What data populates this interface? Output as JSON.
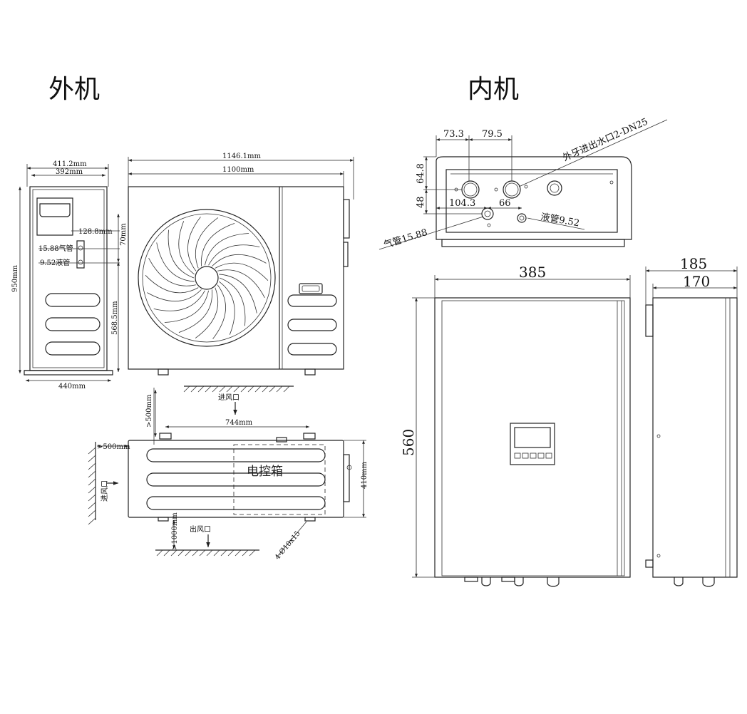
{
  "titles": {
    "outdoor": "外机",
    "indoor": "内机"
  },
  "outdoor_side": {
    "width_outer": "411.2mm",
    "width_inner": "392mm",
    "height": "950mm",
    "base_width": "440mm",
    "pipe_top": "128.8mm",
    "pipe_gap": "70mm",
    "pipe_height": "568.5mm",
    "gas_pipe": "15.88气管",
    "liquid_pipe": "9.52液管"
  },
  "outdoor_front": {
    "width_outer": "1146.1mm",
    "width_inner": "1100mm"
  },
  "outdoor_top": {
    "air_in_top": "进风口",
    "clear_top": ">500mm",
    "mount_span": "744mm",
    "clear_left": ">500mm",
    "air_in_left": "进风口",
    "depth": "410mm",
    "control_box": "电控箱",
    "air_out": "出风口",
    "clear_bottom": ">1000mm",
    "holes": "4-Ø10x15"
  },
  "indoor_bottom": {
    "d1": "73.3",
    "d2": "79.5",
    "h1": "64.8",
    "h2": "48",
    "d3": "104.3",
    "d4": "66",
    "water_label": "外牙进出水口2-DN25",
    "gas_label": "气管15.88",
    "liquid_label": "液管9.52"
  },
  "indoor_front": {
    "width": "385",
    "height": "560"
  },
  "indoor_side": {
    "depth_outer": "185",
    "depth_inner": "170"
  }
}
